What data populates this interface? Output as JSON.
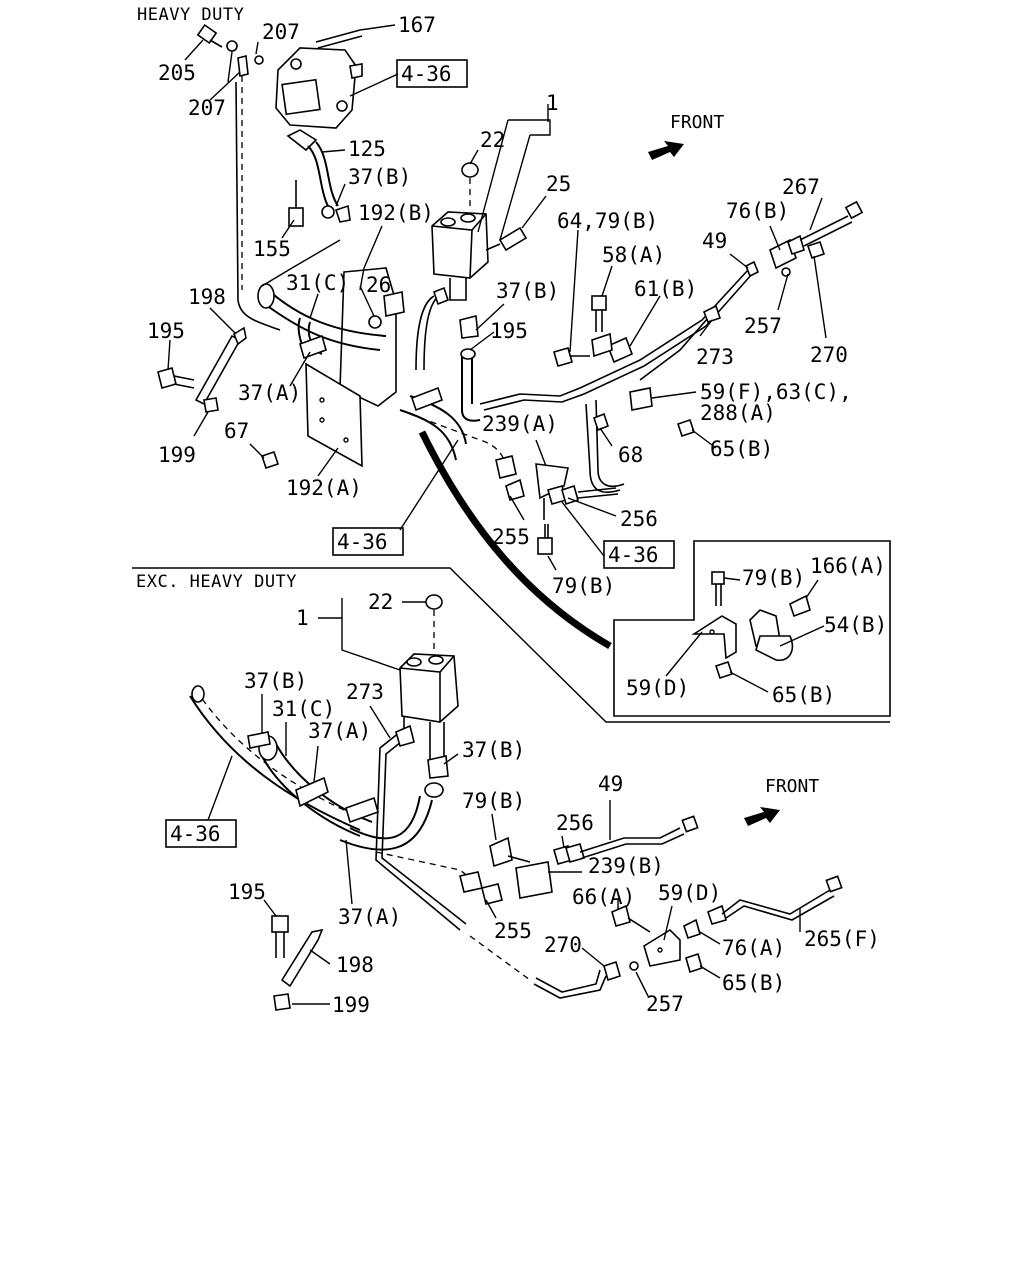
{
  "sections": {
    "heavy_duty": "HEAVY DUTY",
    "exc_heavy_duty": "EXC. HEAVY DUTY"
  },
  "front_labels": {
    "top": "FRONT",
    "bottom": "FRONT"
  },
  "references": {
    "r1": "4-36",
    "r2": "4-36",
    "r3": "4-36",
    "r4": "4-36"
  },
  "callouts": {
    "t205": "205",
    "t207a": "207",
    "t207b": "207",
    "t167": "167",
    "t125": "125",
    "t37b_1": "37(B)",
    "t155": "155",
    "t192b": "192(B)",
    "t22a": "22",
    "t1a": "1",
    "t25": "25",
    "t64_79b": "64,79(B)",
    "t58a": "58(A)",
    "t49a": "49",
    "t76b": "76(B)",
    "t267": "267",
    "t198a": "198",
    "t31c_a": "31(C)",
    "t26": "26",
    "t37b_2": "37(B)",
    "t195a": "195",
    "t195b": "195",
    "t61b": "61(B)",
    "t257a": "257",
    "t270a": "270",
    "t273a": "273",
    "t37a_1": "37(A)",
    "t59f": "59(F),63(C),",
    "t288a": "288(A)",
    "t239a": "239(A)",
    "t199a": "199",
    "t67": "67",
    "t68": "68",
    "t65b_1": "65(B)",
    "t192a": "192(A)",
    "t256a": "256",
    "t255a": "255",
    "t79b_1": "79(B)",
    "t79b_box": "79(B)",
    "t166a": "166(A)",
    "t54b": "54(B)",
    "t59d_box": "59(D)",
    "t65b_box": "65(B)",
    "t1b": "1",
    "t22b": "22",
    "t37b_3": "37(B)",
    "t273b": "273",
    "t31c_b": "31(C)",
    "t37a_2": "37(A)",
    "t37b_4": "37(B)",
    "t49b": "49",
    "t79b_2": "79(B)",
    "t256b": "256",
    "t239b": "239(B)",
    "t59d": "59(D)",
    "t66a": "66(A)",
    "t195c": "195",
    "t255b": "255",
    "t37a_3": "37(A)",
    "t198b": "198",
    "t270b": "270",
    "t76a": "76(A)",
    "t265f": "265(F)",
    "t65b_2": "65(B)",
    "t257b": "257",
    "t199b": "199"
  }
}
